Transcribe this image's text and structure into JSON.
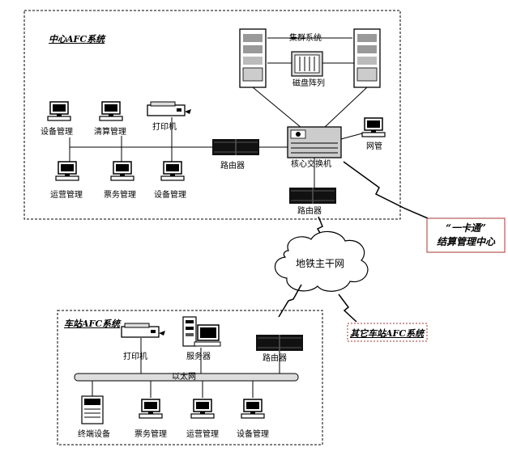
{
  "central": {
    "title": "中心AFC系统",
    "cluster": "集群系统",
    "disk_array": "磁盘阵列",
    "core_switch": "核心交换机",
    "network_mgmt": "网管",
    "router_center": "路由器",
    "router_below": "路由器",
    "printer": "打印机",
    "equip_mgmt_top": "设备管理",
    "clearing_mgmt": "清算管理",
    "ops_mgmt": "运营管理",
    "ticket_mgmt": "票务管理",
    "equip_mgmt_bottom": "设备管理"
  },
  "ykt": {
    "line1": "“一卡通”",
    "line2": "结算管理中心"
  },
  "cloud": {
    "label": "地铁主干网"
  },
  "station": {
    "title": "车站AFC系统",
    "printer": "打印机",
    "server": "服务器",
    "router": "路由器",
    "ethernet": "以太网",
    "terminal": "终端设备",
    "ticket_mgmt": "票务管理",
    "ops_mgmt": "运营管理",
    "equip_mgmt": "设备管理"
  },
  "other_station": {
    "label": "其它车站AFC系统"
  }
}
